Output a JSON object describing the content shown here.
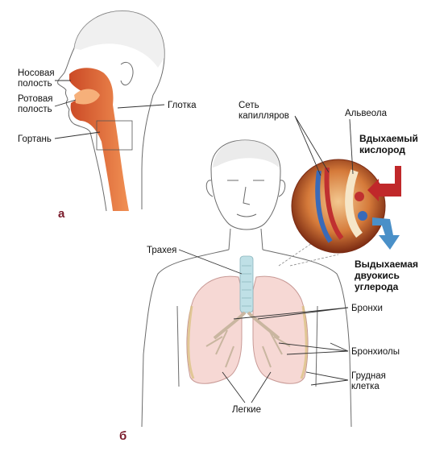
{
  "panels": {
    "a": "а",
    "b": "б"
  },
  "labels": {
    "nasal_cavity": [
      "Носовая",
      "полость"
    ],
    "oral_cavity": [
      "Ротовая",
      "полость"
    ],
    "larynx": "Гортань",
    "pharynx": "Глотка",
    "capillary_network": [
      "Сеть",
      "капилляров"
    ],
    "alveolus": "Альвеола",
    "inhaled_oxygen": [
      "Вдыхаемый",
      "кислород"
    ],
    "exhaled_co2": [
      "Выдыхаемая",
      "двуокись",
      "углерода"
    ],
    "trachea": "Трахея",
    "bronchi": "Бронхи",
    "bronchioles": "Бронхиолы",
    "rib_cage": [
      "Грудная",
      "клетка"
    ],
    "lungs": "Легкие"
  },
  "colors": {
    "airway": "#d9521e",
    "airway_light": "#f08a4a",
    "lung_fill": "#f6d8d4",
    "trachea": "#bfe0e6",
    "oxygen_arrow": "#c0282a",
    "co2_arrow": "#4a90c8",
    "panel_letter": "#7a1a2a"
  }
}
